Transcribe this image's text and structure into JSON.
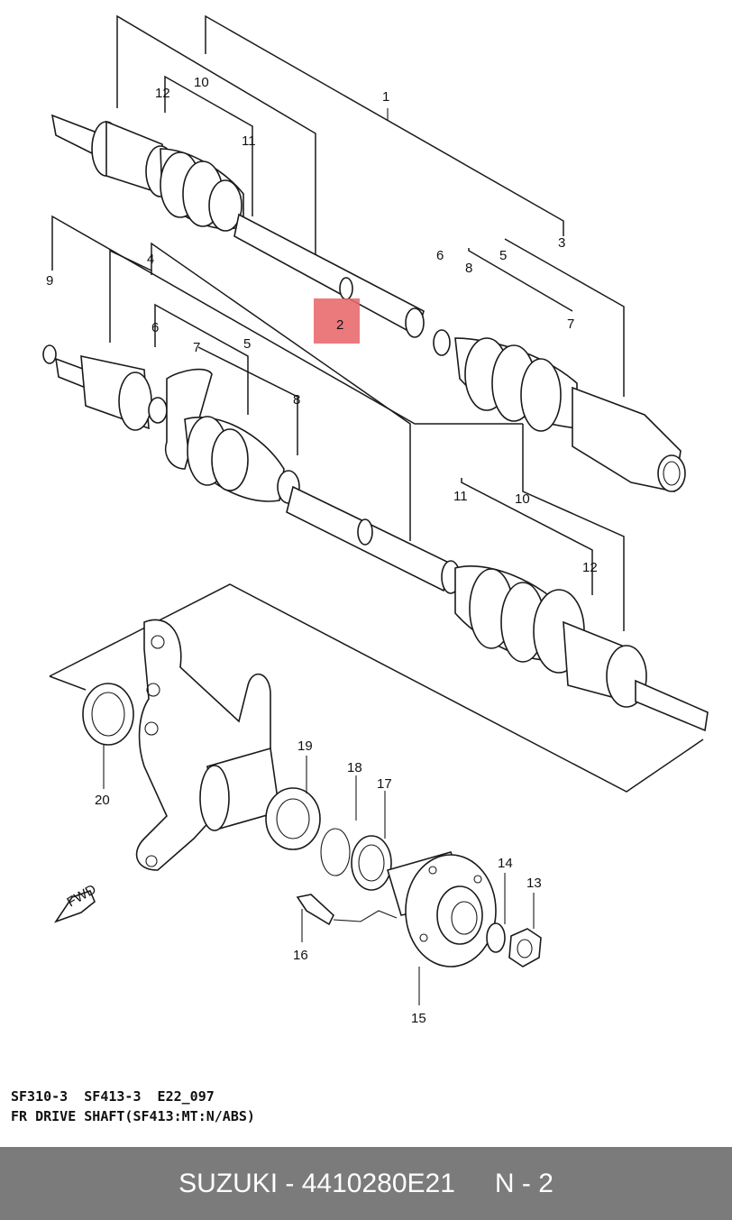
{
  "diagram": {
    "labels": [
      "1",
      "2",
      "3",
      "4",
      "5",
      "5",
      "6",
      "6",
      "7",
      "7",
      "8",
      "8",
      "9",
      "10",
      "10",
      "11",
      "11",
      "12",
      "12",
      "13",
      "14",
      "15",
      "16",
      "17",
      "18",
      "19",
      "20"
    ],
    "highlight_color": "#e8686b",
    "fwd_label": "FWD"
  },
  "caption": {
    "line1": "SF310-3  SF413-3  E22_097",
    "line2": "FR DRIVE SHAFT(SF413:MT:N/ABS)"
  },
  "footer": {
    "brand_part": "SUZUKI - 4410280E21",
    "page": "N - 2",
    "background": "#7b7b7b"
  }
}
